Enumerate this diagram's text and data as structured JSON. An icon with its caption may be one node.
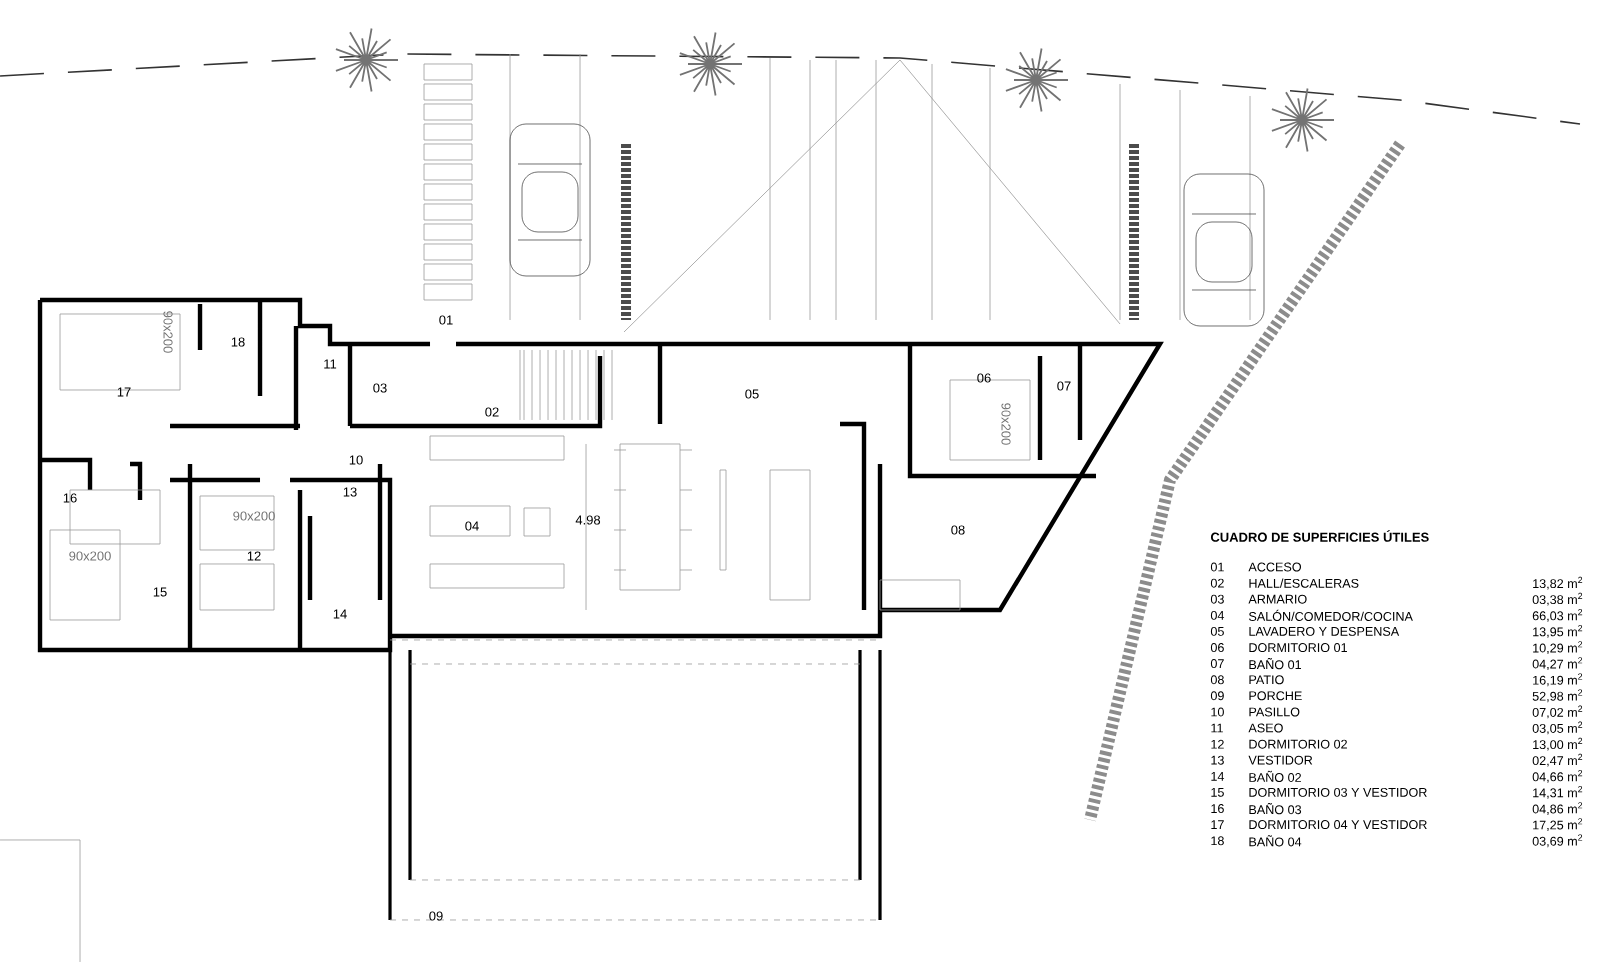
{
  "diagram": {
    "labels": [
      "01",
      "18",
      "90x200",
      "11",
      "03",
      "17",
      "05",
      "06",
      "90x200",
      "07",
      "02",
      "10",
      "13",
      "16",
      "90x200",
      "04",
      "4.98",
      "08",
      "90x200",
      "12",
      "15",
      "14",
      "09",
      "CUADRO DE SUPERFICIES ÚTILES",
      "01",
      "ACCESO",
      "02",
      "HALL/ESCALERAS",
      "13,82 m$^{2}$",
      "03",
      "ARMARIO",
      "03,38 m$^{2}$",
      "04",
      "SALÓN/COMEDOR/COCINA",
      "66,03 m$^{2}$",
      "05",
      "LAVADERO Y DESPENSA",
      "13,95 m$^{2}$",
      "06",
      "DORMITORIO 01",
      "10,29 m$^{2}$",
      "07",
      "BAÑO 01",
      "04,27 m$^{2}$",
      "08",
      "PATIO",
      "16,19 m$^{2}$",
      "09",
      "PORCHE",
      "52,98 m$^{2}$",
      "10",
      "PASILLO",
      "07,02 m$^{2}$",
      "11",
      "ASEO",
      "03,05 m$^{2}$",
      "12",
      "DORMITORIO 02",
      "13,00 m$^{2}$",
      "13",
      "VESTIDOR",
      "02,47 m$^{2}$",
      "14",
      "BAÑO 02",
      "04,66 m$^{2}$",
      "15",
      "DORMITORIO 03 Y VESTIDOR",
      "14,31 m$^{2}$",
      "16",
      "BAÑO 03",
      "04,86 m$^{2}$",
      "17",
      "DORMITORIO 04 Y VESTIDOR",
      "17,25 m$^{2}$",
      "18",
      "BAÑO 04",
      "03,69 m$^{2}$"
    ]
  }
}
